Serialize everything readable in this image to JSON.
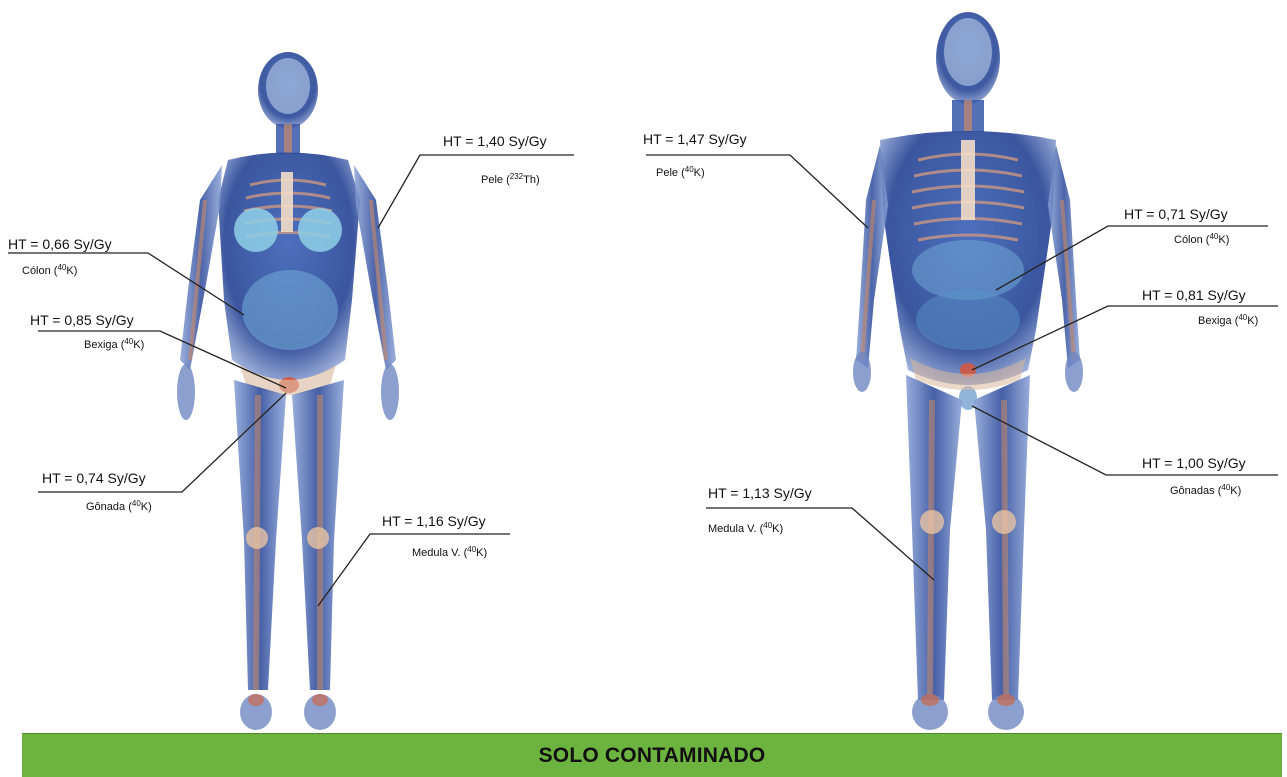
{
  "female": {
    "annotations": [
      {
        "id": "pele",
        "value": "HT = 1,40 Sy/Gy",
        "organ": "Pele (",
        "isotope_mass": "232",
        "isotope": "Th)"
      },
      {
        "id": "colon",
        "value": "HT = 0,66 Sy/Gy",
        "organ": "Cólon (",
        "isotope_mass": "40",
        "isotope": "K)"
      },
      {
        "id": "bexiga",
        "value": "HT = 0,85 Sy/Gy",
        "organ": "Bexiga (",
        "isotope_mass": "40",
        "isotope": "K)"
      },
      {
        "id": "gonada",
        "value": "HT = 0,74 Sy/Gy",
        "organ": "Gônada (",
        "isotope_mass": "40",
        "isotope": "K)"
      },
      {
        "id": "medula",
        "value": "HT = 1,16 Sy/Gy",
        "organ": "Medula V. (",
        "isotope_mass": "40",
        "isotope": "K)"
      }
    ]
  },
  "male": {
    "annotations": [
      {
        "id": "pele",
        "value": "HT = 1,47 Sy/Gy",
        "organ": "Pele (",
        "isotope_mass": "40",
        "isotope": "K)"
      },
      {
        "id": "colon",
        "value": "HT = 0,71 Sy/Gy",
        "organ": "Cólon (",
        "isotope_mass": "40",
        "isotope": "K)"
      },
      {
        "id": "bexiga",
        "value": "HT = 0,81 Sy/Gy",
        "organ": "Bexiga (",
        "isotope_mass": "40",
        "isotope": "K)"
      },
      {
        "id": "gonadas",
        "value": "HT = 1,00 Sy/Gy",
        "organ": "Gônadas (",
        "isotope_mass": "40",
        "isotope": "K)"
      },
      {
        "id": "medula",
        "value": "HT = 1,13 Sy/Gy",
        "organ": "Medula V. (",
        "isotope_mass": "40",
        "isotope": "K)"
      }
    ]
  },
  "banner": {
    "label": "SOLO CONTAMINADO",
    "color": "#6db33f"
  },
  "colors": {
    "body": "#2f4f9e",
    "bone": "#c98a6a",
    "organ": "#7fb6d8",
    "leader_line": "#222222"
  }
}
